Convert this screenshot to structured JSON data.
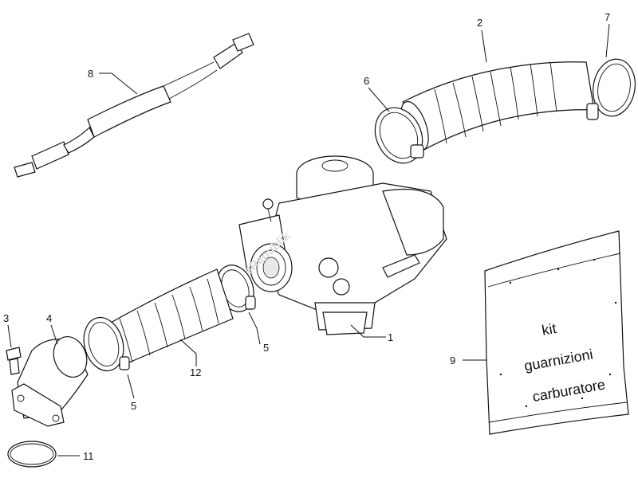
{
  "callouts": {
    "c1": "1",
    "c2": "2",
    "c3": "3",
    "c4": "4",
    "c5a": "5",
    "c5b": "5",
    "c6": "6",
    "c7": "7",
    "c8": "8",
    "c9": "9",
    "c11": "11",
    "c12": "12"
  },
  "kit_bag": {
    "line1": "kit",
    "line2": "guarnizioni",
    "line3": "carburatore"
  },
  "watermark": "PartsRepublik"
}
